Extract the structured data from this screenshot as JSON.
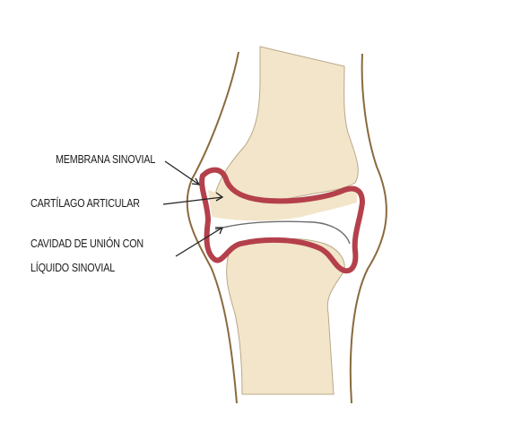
{
  "labels": {
    "membrana_sinovial": "MEMBRANA SINOVIAL",
    "cartilago_articular": "CARTÍLAGO ARTICULAR",
    "cavidad_line1": "CAVIDAD DE UNIÓN CON",
    "cavidad_line2": "LÍQUIDO SINOVIAL"
  },
  "colors": {
    "bone": "#f2e5c9",
    "bone_outline": "#b9a88a",
    "synovial_membrane": "#b4404b",
    "skin_outline": "#8a6a3e",
    "pointer_lines": "#222222",
    "text": "#1a1a1a"
  }
}
